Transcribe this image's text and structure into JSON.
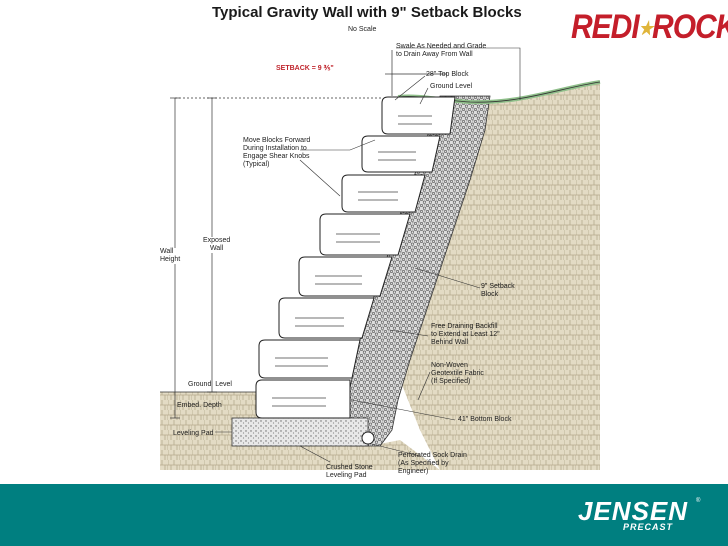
{
  "title": "Typical Gravity Wall with 9\" Setback Blocks",
  "scale_note": "No Scale",
  "setback_label": "SETBACK = 9 ⅗\"",
  "brand_logo": {
    "text_left": "REDI",
    "text_right": "ROCK",
    "color": "#c41e2a",
    "star_color": "#e0b53a"
  },
  "footer": {
    "color": "#007f80",
    "logo_main": "JENSEN",
    "logo_sub": "PRECAST",
    "registered": "®"
  },
  "labels": {
    "swale": "Swale As Needed and Grade\nto Drain Away From Wall",
    "top_block": "28\" Top Block",
    "ground_level_top": "Ground Level",
    "move_blocks": "Move Blocks Forward\nDuring Installation to\nEngage Shear Knobs\n(Typical)",
    "exposed_wall": "Exposed\nWall",
    "wall_height": "Wall\nHeight",
    "setback_block": "9\" Setback\nBlock",
    "backfill": "Free Draining Backfill\nto Extend at Least 12\"\nBehind Wall",
    "geotextile": "Non-Woven\nGeotextile Fabric\n(If Specified)",
    "ground_level_bottom": "Ground  Level",
    "bottom_block": "41\" Bottom Block",
    "embed_depth": "Embed. Depth",
    "leveling_pad": "Leveling Pad",
    "sock_drain": "Perforated Sock Drain\n(As Specified by\nEngineer)",
    "crushed_stone": "Crushed Stone\nLeveling Pad"
  },
  "colors": {
    "soil": "#e3dbc4",
    "soil_line": "#b5aa8c",
    "gravel": "#d5d5d5",
    "block": "#ffffff",
    "grass": "#8fbf8a"
  }
}
